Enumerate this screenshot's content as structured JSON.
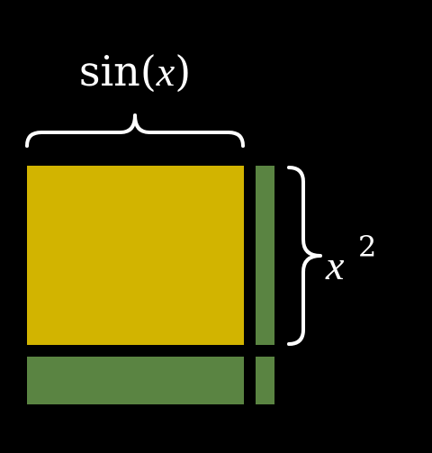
{
  "diagram": {
    "top_label": {
      "func": "sin",
      "open_paren": "(",
      "var": "x",
      "close_paren": ")"
    },
    "right_label": {
      "base": "x",
      "exponent": "2"
    },
    "colors": {
      "background": "#000000",
      "main_square": "#d2b400",
      "strips": "#5a8442",
      "braces": "#ffffff",
      "text": "#ffffff"
    }
  }
}
